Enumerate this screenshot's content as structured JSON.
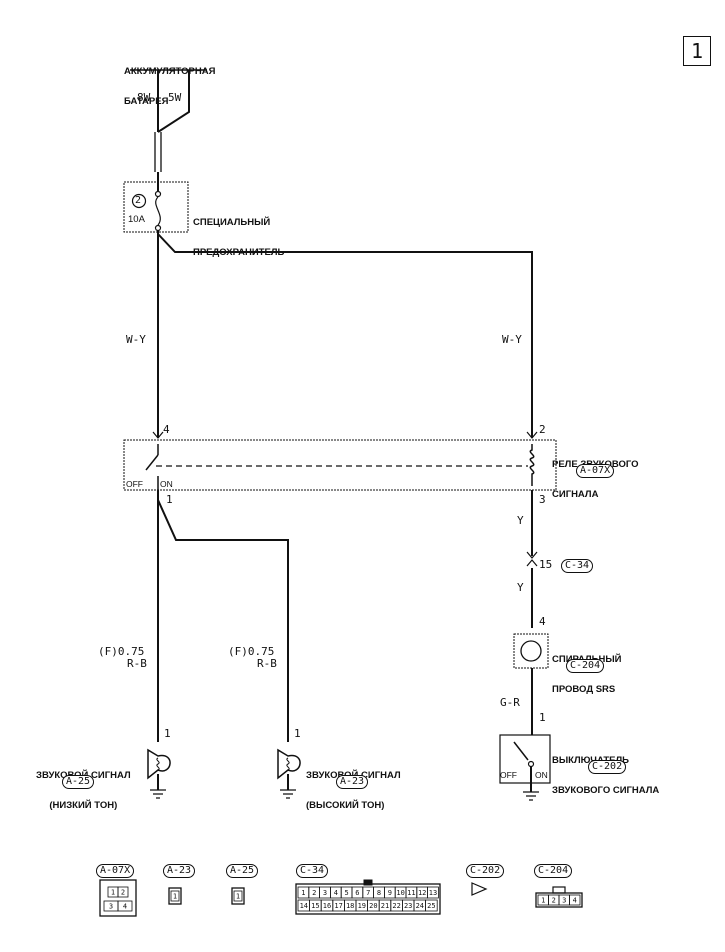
{
  "page_number": "1",
  "battery": {
    "label_line1": "АККУМУЛЯТОРНАЯ",
    "label_line2": "БАТАРЕЯ",
    "wire_left": "8W",
    "wire_right": "5W"
  },
  "fuse": {
    "number": "2",
    "rating": "10A",
    "label_line1": "СПЕЦИАЛЬНЫЙ",
    "label_line2": "ПРЕДОХРАНИТЕЛЬ"
  },
  "wires": {
    "left_color": "W-Y",
    "right_color": "W-Y",
    "relay_out": "Y",
    "after_c34": "Y",
    "switch_in": "G-R",
    "low_horn_spec": "(F)0.75",
    "low_horn_color": "R-B",
    "high_horn_spec": "(F)0.75",
    "high_horn_color": "R-B"
  },
  "relay": {
    "label_line1": "РЕЛЕ ЗВУКОВОГО",
    "label_line2": "СИГНАЛА",
    "connector": "A-07X",
    "pin_left_top": "4",
    "pin_right_top": "2",
    "pin_left_bottom": "1",
    "pin_right_bottom": "3",
    "off_label": "OFF",
    "on_label": "ON"
  },
  "connector_c34": {
    "pin": "15",
    "code": "C-34"
  },
  "spiral": {
    "pin": "4",
    "label_line1": "СПИРАЛЬНЫЙ",
    "label_line2": "ПРОВОД SRS",
    "connector": "C-204"
  },
  "horn_switch": {
    "pin": "1",
    "label_line1": "ВЫКЛЮЧАТЕЛЬ",
    "label_line2": "ЗВУКОВОГО СИГНАЛА",
    "connector": "C-202",
    "off_label": "OFF",
    "on_label": "ON"
  },
  "horn_low": {
    "pin": "1",
    "label_line1": "ЗВУКОВОЙ СИГНАЛ",
    "label_line2": "(НИЗКИЙ ТОН)",
    "connector": "A-25"
  },
  "horn_high": {
    "pin": "1",
    "label_line1": "ЗВУКОВОЙ СИГНАЛ",
    "label_line2": "(ВЫСОКИЙ ТОН)",
    "connector": "A-23"
  },
  "legend": {
    "connectors": [
      "A-07X",
      "A-23",
      "A-25",
      "C-34",
      "C-202",
      "C-204"
    ],
    "a07x_cells": [
      "1",
      "2",
      "3",
      "4"
    ],
    "a23_cells": [
      "1"
    ],
    "a25_cells": [
      "1"
    ],
    "c34_row1": [
      "1",
      "2",
      "3",
      "4",
      "5",
      "6",
      "7",
      "8",
      "9",
      "10",
      "11",
      "12",
      "13"
    ],
    "c34_row2": [
      "14",
      "15",
      "16",
      "17",
      "18",
      "19",
      "20",
      "21",
      "22",
      "23",
      "24",
      "25"
    ],
    "c204_cells": [
      "1",
      "2",
      "3",
      "4"
    ]
  }
}
